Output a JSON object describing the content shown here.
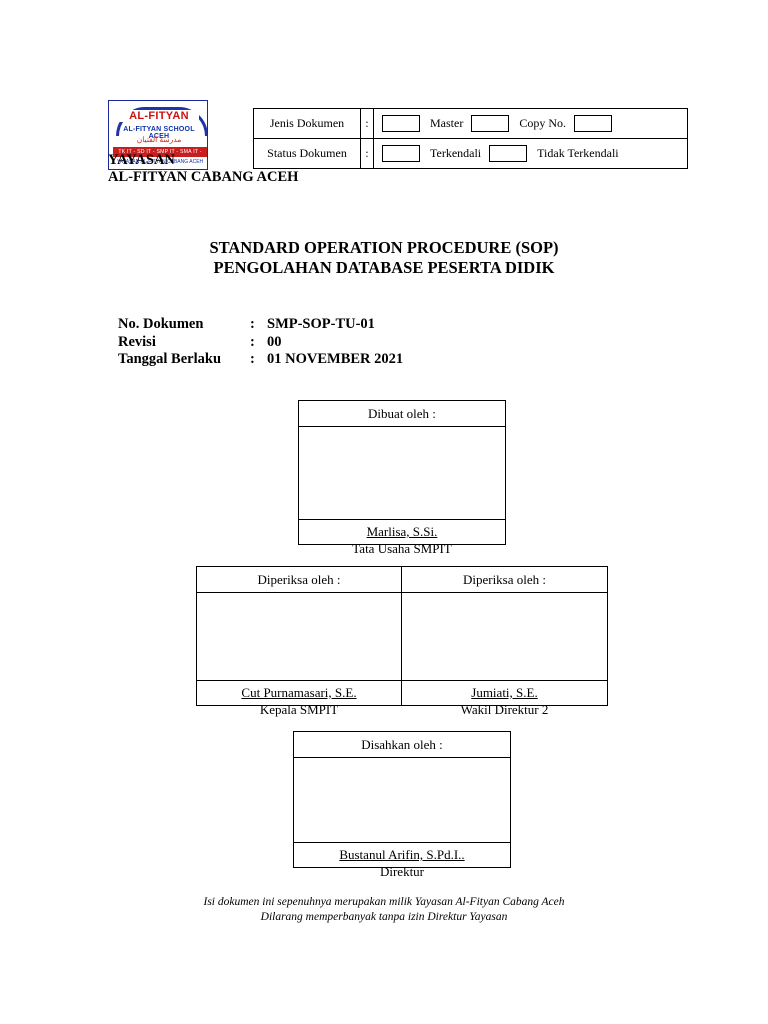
{
  "header": {
    "logo": {
      "title": "AL-FITYAN",
      "sub1": "AL-FITYAN SCHOOL ACEH",
      "sub2": "مدرسة الفتيان",
      "band": "TK IT - SD IT - SMP IT - SMA IT - MAHAD TAHFIZ",
      "foot": "YAYASAN AL-FITYAN CABANG ACEH"
    },
    "status_table": {
      "rows": [
        {
          "label": "Jenis Dokumen",
          "colon": ":",
          "fields": [
            {
              "checkbox": "master-checkbox",
              "label": "Master"
            },
            {
              "checkbox": "copy-no-checkbox",
              "label": "Copy No."
            }
          ],
          "trailing_box": true
        },
        {
          "label": "Status Dokumen",
          "colon": ":",
          "fields": [
            {
              "checkbox": "terkendali-checkbox",
              "label": "Terkendali"
            },
            {
              "checkbox": "tidak-terkendali-checkbox",
              "label": "Tidak Terkendali"
            }
          ],
          "trailing_box": false
        }
      ]
    },
    "organization_line1": "YAYASAN",
    "organization_line2": "AL-FITYAN CABANG ACEH"
  },
  "title": {
    "line1": "STANDARD OPERATION PROCEDURE (SOP)",
    "line2": "PENGOLAHAN DATABASE PESERTA DIDIK"
  },
  "meta": [
    {
      "key": "No. Dokumen",
      "colon": ":",
      "value": "SMP-SOP-TU-01"
    },
    {
      "key": "Revisi",
      "colon": ":",
      "value": "00"
    },
    {
      "key": "Tanggal Berlaku",
      "colon": ":",
      "value": "01 NOVEMBER 2021"
    }
  ],
  "signatures": {
    "dibuat": {
      "heading": "Dibuat oleh :",
      "name": "Marlisa, S.Si.",
      "position": "Tata Usaha SMPIT"
    },
    "diperiksa_1": {
      "heading": "Diperiksa oleh :",
      "name": " Cut Purnamasari, S.E.",
      "position": "Kepala SMPIT"
    },
    "diperiksa_2": {
      "heading": "Diperiksa oleh :",
      "name": "Jumiati, S.E.",
      "position": "Wakil Direktur 2"
    },
    "disahkan": {
      "heading": "Disahkan oleh :",
      "name": "Bustanul Arifin, S.Pd.I..",
      "position": "Direktur"
    }
  },
  "footer": {
    "line1": "Isi dokumen ini sepenuhnya merupakan milik Yayasan Al-Fityan Cabang Aceh",
    "line2": "Dilarang memperbanyak tanpa izin Direktur Yayasan"
  }
}
